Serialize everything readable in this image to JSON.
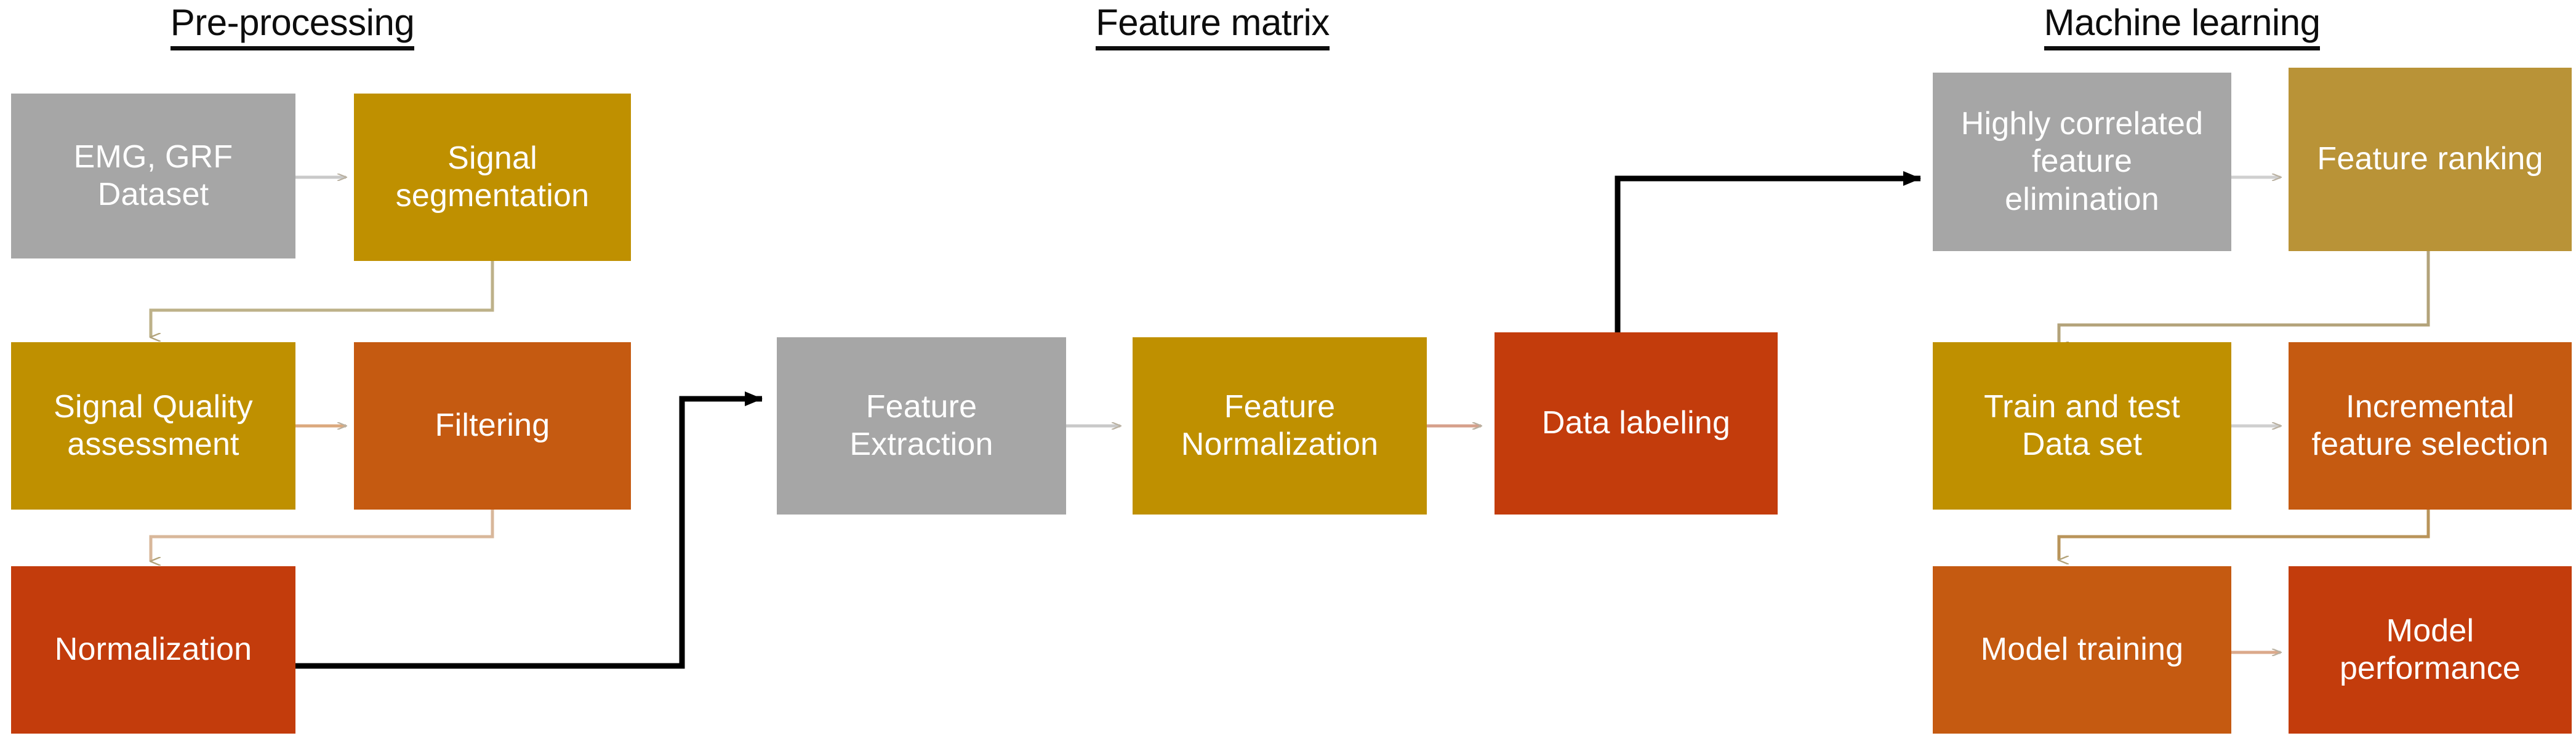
{
  "diagram": {
    "title": "Machine learning pipeline for EMG and GRF signal processing",
    "background": "#ffffff",
    "sections": [
      {
        "id": "pre-processing",
        "label": "Pre-processing"
      },
      {
        "id": "feature-matrix",
        "label": "Feature matrix"
      },
      {
        "id": "machine-learning",
        "label": "Machine learning"
      }
    ],
    "colors": {
      "gray": "#a6a6a6",
      "gold": "#bf9000",
      "khaki": "#b99337",
      "dark_orange": "#c55a11",
      "red_orange": "#c33c0c",
      "black_connector": "#000000",
      "light_connector": "#b3a580",
      "title_text": "#0d0d0d",
      "node_text": "#ffffff"
    },
    "nodes": [
      {
        "id": "emg-grf-dataset",
        "section": "pre-processing",
        "lines": [
          "EMG, GRF",
          "Dataset"
        ],
        "color": "gray"
      },
      {
        "id": "signal-segmentation",
        "section": "pre-processing",
        "lines": [
          "Signal",
          "segmentation"
        ],
        "color": "gold"
      },
      {
        "id": "signal-quality-assessment",
        "section": "pre-processing",
        "lines": [
          "Signal Quality",
          "assessment"
        ],
        "color": "gold"
      },
      {
        "id": "filtering",
        "section": "pre-processing",
        "lines": [
          "Filtering"
        ],
        "color": "dark_orange"
      },
      {
        "id": "normalization",
        "section": "pre-processing",
        "lines": [
          "Normalization"
        ],
        "color": "red_orange"
      },
      {
        "id": "feature-extraction",
        "section": "feature-matrix",
        "lines": [
          "Feature",
          "Extraction"
        ],
        "color": "gray"
      },
      {
        "id": "feature-normalization",
        "section": "feature-matrix",
        "lines": [
          "Feature",
          "Normalization"
        ],
        "color": "gold"
      },
      {
        "id": "data-labeling",
        "section": "feature-matrix",
        "lines": [
          "Data labeling"
        ],
        "color": "red_orange"
      },
      {
        "id": "highly-correlated-feature-elimination",
        "section": "machine-learning",
        "lines": [
          "Highly correlated",
          "feature",
          "elimination"
        ],
        "color": "gray"
      },
      {
        "id": "feature-ranking",
        "section": "machine-learning",
        "lines": [
          "Feature  ranking"
        ],
        "color": "khaki"
      },
      {
        "id": "train-and-test-data-set",
        "section": "machine-learning",
        "lines": [
          "Train and test",
          "Data set"
        ],
        "color": "gold"
      },
      {
        "id": "incremental-feature-selection",
        "section": "machine-learning",
        "lines": [
          "Incremental",
          "feature selection"
        ],
        "color": "dark_orange"
      },
      {
        "id": "model-training",
        "section": "machine-learning",
        "lines": [
          "Model training"
        ],
        "color": "dark_orange"
      },
      {
        "id": "model-performance",
        "section": "machine-learning",
        "lines": [
          "Model",
          "performance"
        ],
        "color": "red_orange"
      }
    ],
    "connectors": [
      {
        "id": "emg-to-signal-segmentation",
        "from": "emg-grf-dataset",
        "to": "signal-segmentation",
        "style": "straight-right",
        "stroke": "light"
      },
      {
        "id": "signal-segmentation-to-signal-quality",
        "from": "signal-segmentation",
        "to": "signal-quality-assessment",
        "style": "elbow-down-left",
        "stroke": "light"
      },
      {
        "id": "signal-quality-to-filtering",
        "from": "signal-quality-assessment",
        "to": "filtering",
        "style": "straight-right",
        "stroke": "light"
      },
      {
        "id": "filtering-to-normalization",
        "from": "filtering",
        "to": "normalization",
        "style": "elbow-down-left",
        "stroke": "light"
      },
      {
        "id": "normalization-to-feature-extraction",
        "from": "normalization",
        "to": "feature-extraction",
        "style": "elbow-right-up",
        "stroke": "black"
      },
      {
        "id": "feature-extraction-to-feature-norm",
        "from": "feature-extraction",
        "to": "feature-normalization",
        "style": "straight-right",
        "stroke": "light"
      },
      {
        "id": "feature-norm-to-data-labeling",
        "from": "feature-normalization",
        "to": "data-labeling",
        "style": "straight-right",
        "stroke": "light"
      },
      {
        "id": "data-labeling-to-hcfe",
        "from": "data-labeling",
        "to": "highly-correlated-feature-elimination",
        "style": "elbow-up-right",
        "stroke": "black"
      },
      {
        "id": "hcfe-to-feature-ranking",
        "from": "highly-correlated-feature-elimination",
        "to": "feature-ranking",
        "style": "straight-right",
        "stroke": "light"
      },
      {
        "id": "feature-ranking-to-train-test",
        "from": "feature-ranking",
        "to": "train-and-test-data-set",
        "style": "elbow-down-left",
        "stroke": "light"
      },
      {
        "id": "train-test-to-incremental",
        "from": "train-and-test-data-set",
        "to": "incremental-feature-selection",
        "style": "straight-right",
        "stroke": "light"
      },
      {
        "id": "incremental-to-model-training",
        "from": "incremental-feature-selection",
        "to": "model-training",
        "style": "elbow-down-left",
        "stroke": "light"
      },
      {
        "id": "model-training-to-model-performance",
        "from": "model-training",
        "to": "model-performance",
        "style": "straight-right",
        "stroke": "light"
      }
    ]
  }
}
